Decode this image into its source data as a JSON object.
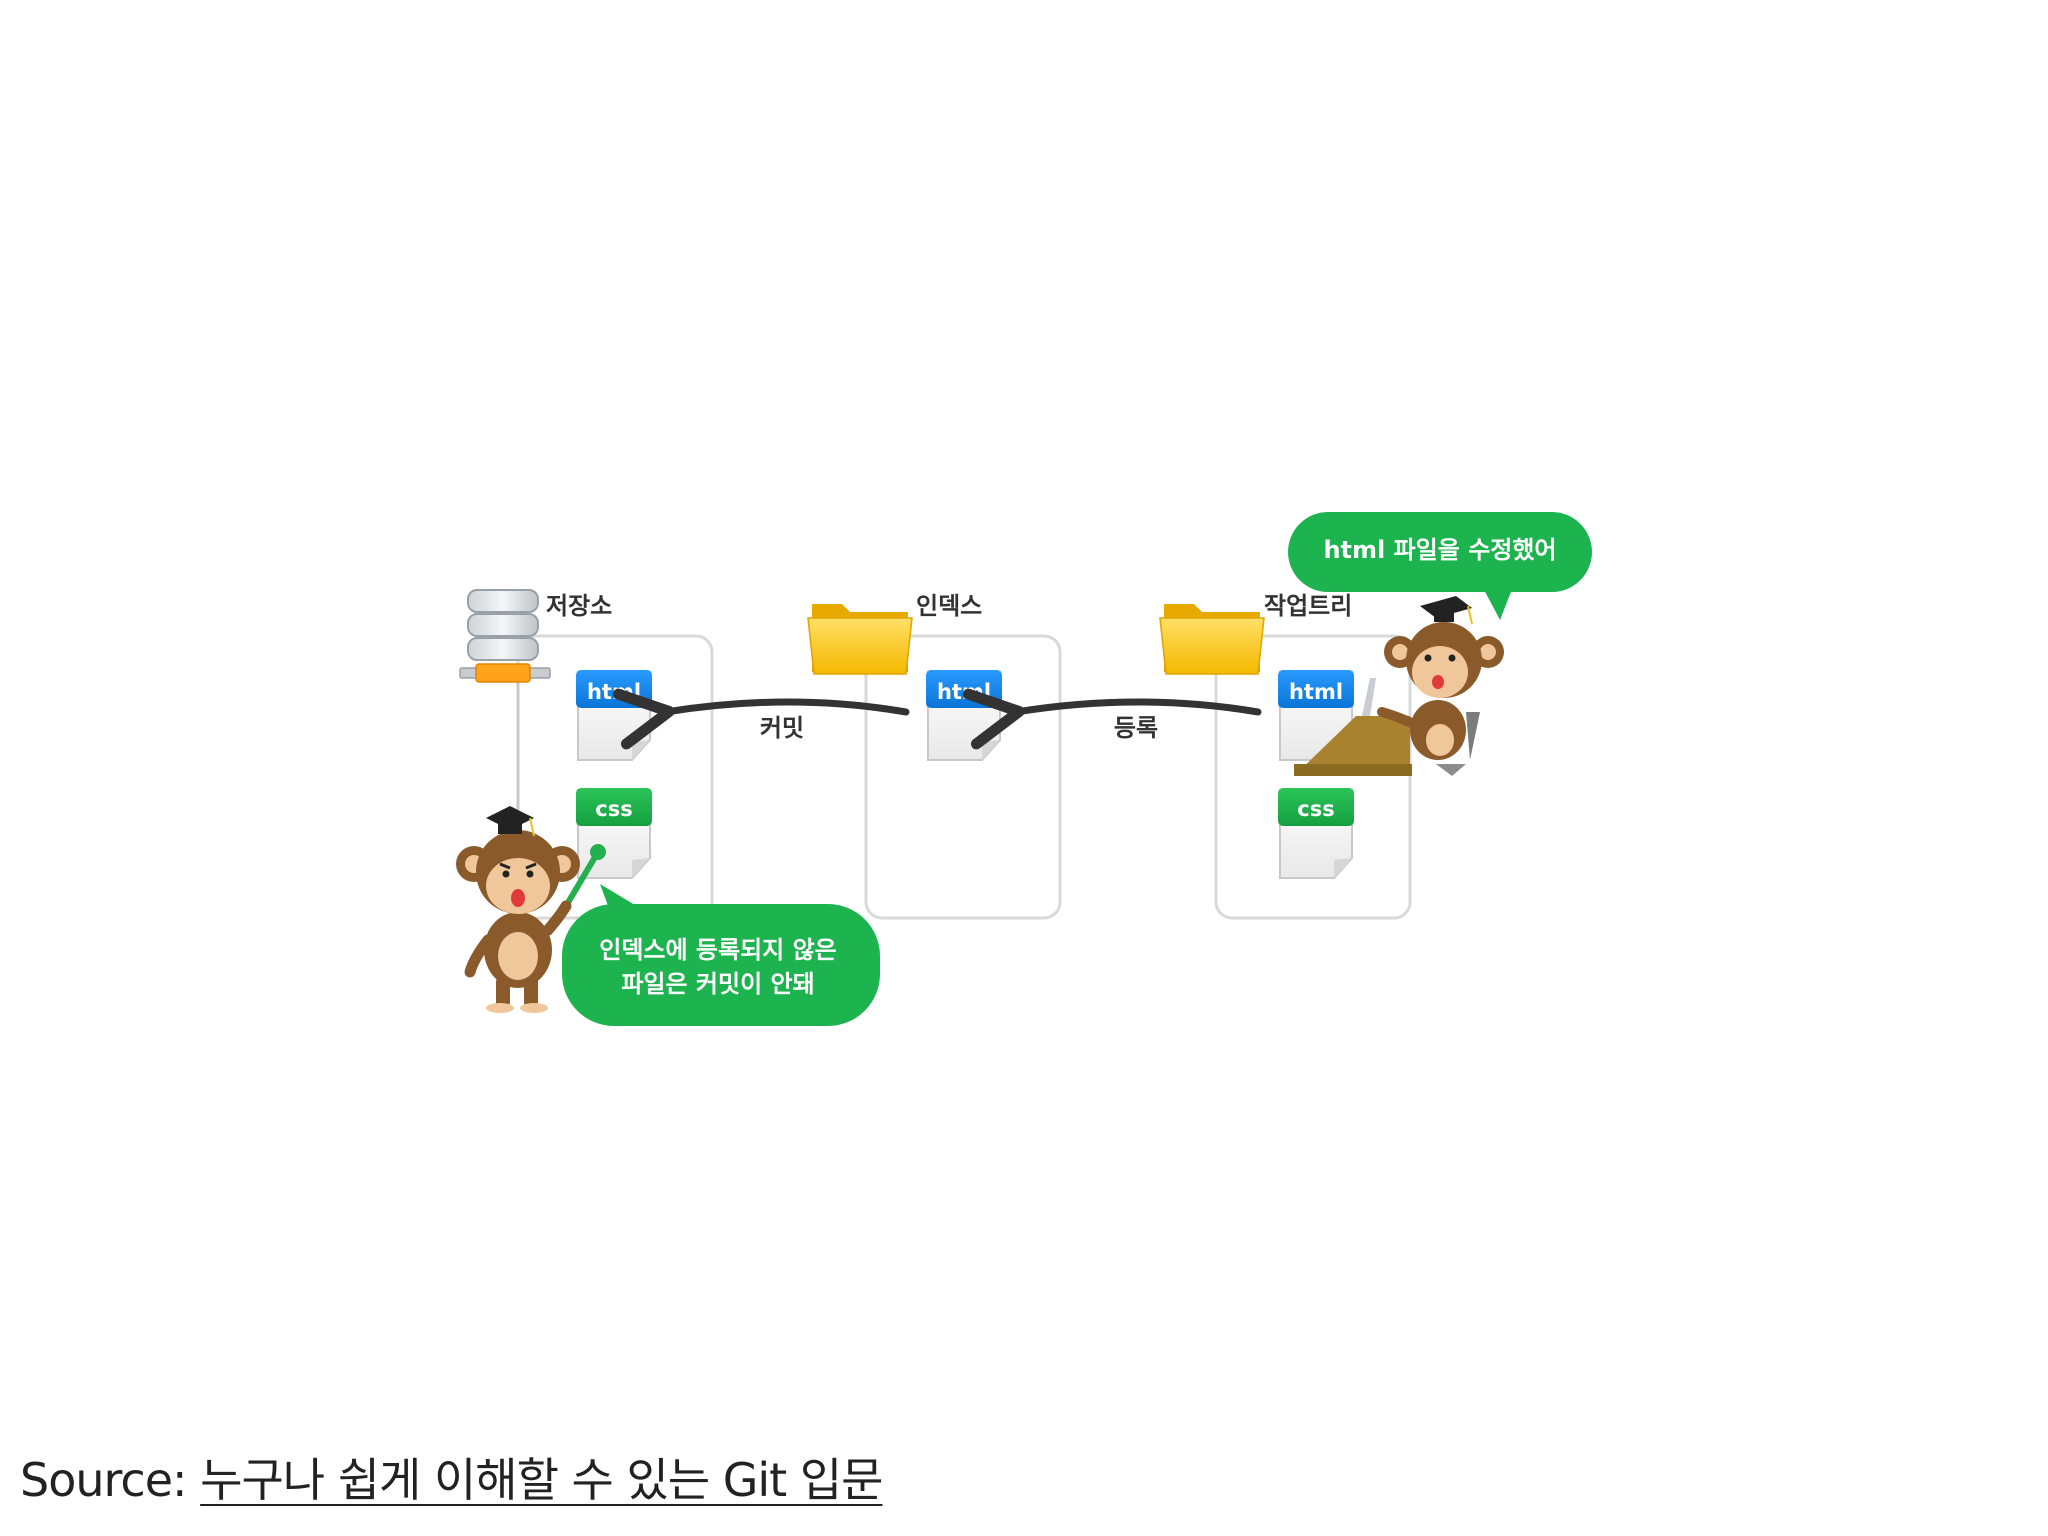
{
  "diagram": {
    "areas": {
      "repository": {
        "label": "저장소",
        "icon": "database-server-icon"
      },
      "index": {
        "label": "인덱스",
        "icon": "folder-icon"
      },
      "working_tree": {
        "label": "작업트리",
        "icon": "folder-icon"
      }
    },
    "files": {
      "html": "html",
      "css": "css"
    },
    "arrows": {
      "commit": "커밋",
      "add": "등록"
    },
    "bubbles": {
      "top": "html 파일을 수정했어",
      "bottom_line1": "인덱스에 등록되지 않은",
      "bottom_line2": "파일은 커밋이 안돼"
    },
    "characters": [
      "monkey-teacher",
      "monkey-typing"
    ]
  },
  "source": {
    "prefix": "Source:",
    "link_text": "누구나 쉽게 이해할 수 있는 Git 입문"
  },
  "colors": {
    "html_tab": "#1a8cef",
    "css_tab": "#22b14c",
    "bubble": "#1db34e",
    "folder": "#f7c81a",
    "box_border": "#d9d9d9",
    "arrow": "#333333"
  }
}
